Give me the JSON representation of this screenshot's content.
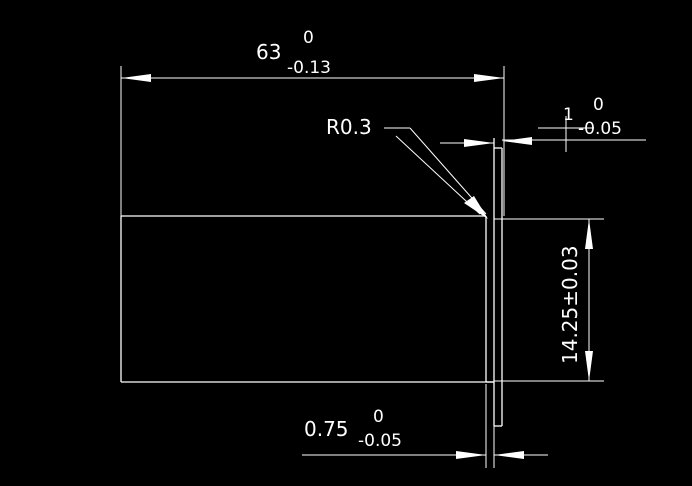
{
  "colors": {
    "background": "#000000",
    "lines": "#ffffff",
    "text": "#ffffff"
  },
  "dimensions": {
    "length": {
      "nominal": "63",
      "upper_tolerance": "0",
      "lower_tolerance": "-0.13"
    },
    "radius": {
      "label": "R0.3"
    },
    "step_width": {
      "nominal": "1",
      "upper_tolerance": "0",
      "lower_tolerance": "-0.05"
    },
    "height": {
      "label": "14.25±0.03"
    },
    "thickness": {
      "nominal": "0.75",
      "upper_tolerance": "0",
      "lower_tolerance": "-0.05"
    }
  }
}
